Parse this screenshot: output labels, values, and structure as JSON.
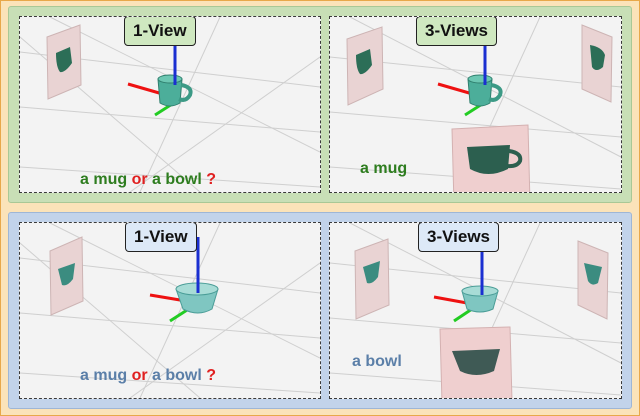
{
  "colors": {
    "top_label": "#2e7d1f",
    "bottom_label": "#5b7fa8",
    "highlight": "#e02020",
    "top_bg": "#c8dfb6",
    "bottom_bg": "#c2d3ea"
  },
  "rows": [
    {
      "panels": [
        {
          "tag": "1-View",
          "caption": {
            "part1": "a mug",
            "or": "or",
            "part2": "a bowl",
            "q": "?"
          }
        },
        {
          "tag": "3-Views",
          "caption": {
            "text": "a mug"
          }
        }
      ]
    },
    {
      "panels": [
        {
          "tag": "1-View",
          "caption": {
            "part1": "a mug",
            "or": "or",
            "part2": "a bowl",
            "q": "?"
          }
        },
        {
          "tag": "3-Views",
          "caption": {
            "text": "a bowl"
          }
        }
      ]
    }
  ]
}
